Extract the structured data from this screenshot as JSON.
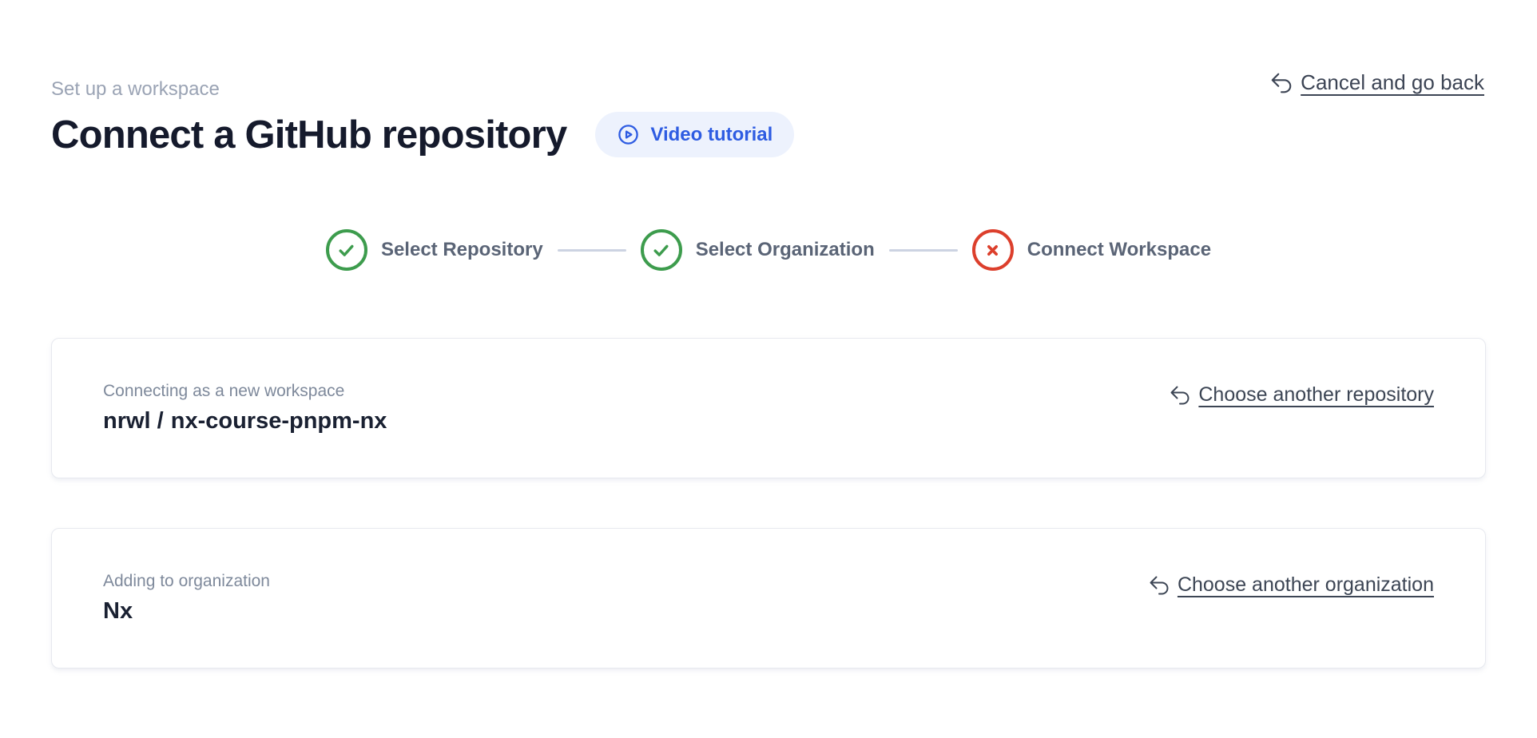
{
  "page": {
    "eyebrow": "Set up a workspace",
    "title": "Connect a GitHub repository"
  },
  "header": {
    "video_tutorial_label": "Video tutorial",
    "cancel_label": "Cancel and go back"
  },
  "stepper": {
    "steps": [
      {
        "label": "Select Repository",
        "status": "complete"
      },
      {
        "label": "Select Organization",
        "status": "complete"
      },
      {
        "label": "Connect Workspace",
        "status": "error"
      }
    ]
  },
  "cards": {
    "repository": {
      "label": "Connecting as a new workspace",
      "owner": "nrwl /",
      "name": "nx-course-pnpm-nx",
      "action_label": "Choose another repository"
    },
    "organization": {
      "label": "Adding to organization",
      "name": "Nx",
      "action_label": "Choose another organization"
    }
  },
  "colors": {
    "success_green": "#3d9c4d",
    "error_red": "#dc3f2c",
    "accent_blue": "#2e5ce2",
    "accent_blue_bg": "#edf2fd",
    "heading_navy": "#151a2c",
    "muted_gray": "#9aa3b4"
  }
}
